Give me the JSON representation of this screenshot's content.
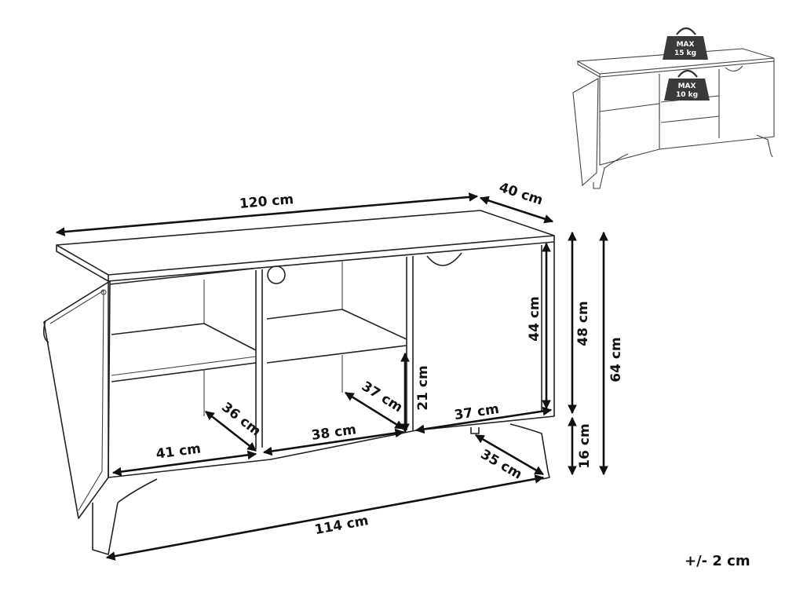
{
  "dimensions": {
    "width": "120 cm",
    "depth": "40 cm",
    "body_height": "48 cm",
    "total_height": "64 cm",
    "inner_height": "44 cm",
    "leg_height": "16 cm",
    "shelf_height": "21 cm",
    "compartment_left_width": "41 cm",
    "compartment_left_depth": "36 cm",
    "compartment_middle_width": "38 cm",
    "compartment_middle_depth": "37 cm",
    "compartment_right_width": "37 cm",
    "leg_depth": "35 cm",
    "leg_span": "114 cm"
  },
  "load_limits": {
    "top": {
      "line1": "MAX",
      "line2": "15 kg"
    },
    "shelf": {
      "line1": "MAX",
      "line2": "10 kg"
    }
  },
  "tolerance": "+/- 2 cm"
}
